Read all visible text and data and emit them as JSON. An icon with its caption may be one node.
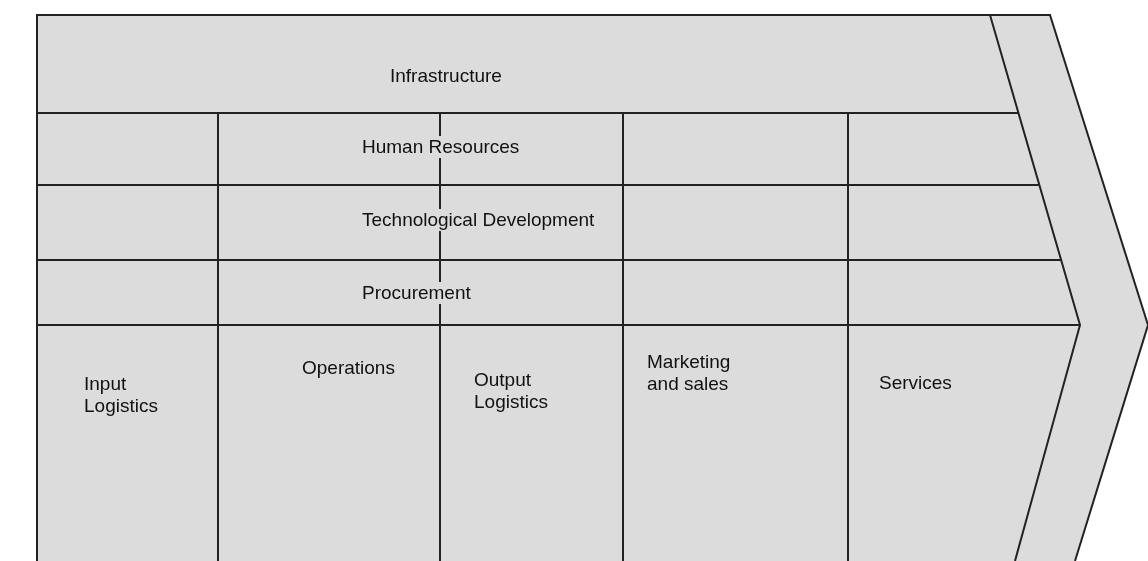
{
  "diagram": {
    "nodes": [
      {
        "text": [
          "Infrastructure"
        ]
      },
      {
        "text": [
          "Human Resources"
        ]
      },
      {
        "text": [
          "Technological Development"
        ]
      },
      {
        "text": [
          "Procurement"
        ]
      },
      {
        "text": [
          "Input Logistics"
        ]
      },
      {
        "text": [
          "Operations"
        ]
      },
      {
        "text": [
          "Output Logistics"
        ]
      },
      {
        "text": [
          "Marketing and sales"
        ]
      },
      {
        "text": [
          "Services"
        ]
      }
    ]
  }
}
